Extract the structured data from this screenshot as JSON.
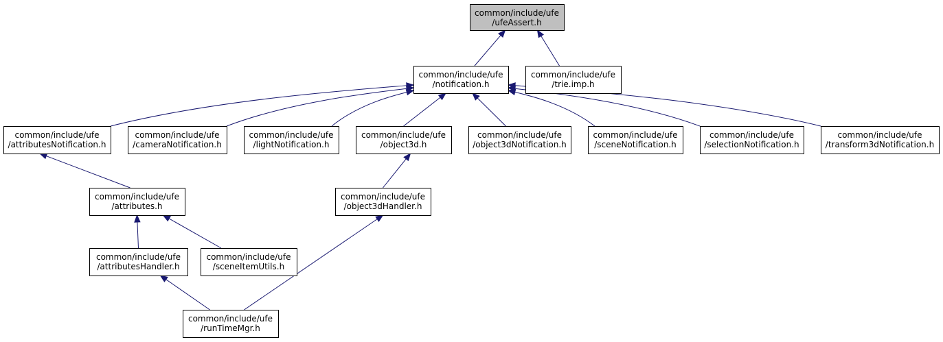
{
  "graph": {
    "nodes": [
      {
        "id": "ufeAssert",
        "line1": "common/include/ufe",
        "line2": "/ufeAssert.h",
        "root": true
      },
      {
        "id": "notification",
        "line1": "common/include/ufe",
        "line2": "/notification.h"
      },
      {
        "id": "trie",
        "line1": "common/include/ufe",
        "line2": "/trie.imp.h"
      },
      {
        "id": "attributesNotification",
        "line1": "common/include/ufe",
        "line2": "/attributesNotification.h"
      },
      {
        "id": "cameraNotification",
        "line1": "common/include/ufe",
        "line2": "/cameraNotification.h"
      },
      {
        "id": "lightNotification",
        "line1": "common/include/ufe",
        "line2": "/lightNotification.h"
      },
      {
        "id": "object3d",
        "line1": "common/include/ufe",
        "line2": "/object3d.h"
      },
      {
        "id": "object3dNotification",
        "line1": "common/include/ufe",
        "line2": "/object3dNotification.h"
      },
      {
        "id": "sceneNotification",
        "line1": "common/include/ufe",
        "line2": "/sceneNotification.h"
      },
      {
        "id": "selectionNotification",
        "line1": "common/include/ufe",
        "line2": "/selectionNotification.h"
      },
      {
        "id": "transform3dNotification",
        "line1": "common/include/ufe",
        "line2": "/transform3dNotification.h"
      },
      {
        "id": "attributes",
        "line1": "common/include/ufe",
        "line2": "/attributes.h"
      },
      {
        "id": "object3dHandler",
        "line1": "common/include/ufe",
        "line2": "/object3dHandler.h"
      },
      {
        "id": "attributesHandler",
        "line1": "common/include/ufe",
        "line2": "/attributesHandler.h"
      },
      {
        "id": "sceneItemUtils",
        "line1": "common/include/ufe",
        "line2": "/sceneItemUtils.h"
      },
      {
        "id": "runTimeMgr",
        "line1": "common/include/ufe",
        "line2": "/runTimeMgr.h"
      }
    ],
    "edges": [
      {
        "from": "notification",
        "to": "ufeAssert"
      },
      {
        "from": "trie",
        "to": "ufeAssert"
      },
      {
        "from": "attributesNotification",
        "to": "notification"
      },
      {
        "from": "cameraNotification",
        "to": "notification"
      },
      {
        "from": "lightNotification",
        "to": "notification"
      },
      {
        "from": "object3d",
        "to": "notification"
      },
      {
        "from": "object3dNotification",
        "to": "notification"
      },
      {
        "from": "sceneNotification",
        "to": "notification"
      },
      {
        "from": "selectionNotification",
        "to": "notification"
      },
      {
        "from": "transform3dNotification",
        "to": "notification"
      },
      {
        "from": "attributes",
        "to": "attributesNotification"
      },
      {
        "from": "object3dHandler",
        "to": "object3d"
      },
      {
        "from": "attributesHandler",
        "to": "attributes"
      },
      {
        "from": "sceneItemUtils",
        "to": "attributes"
      },
      {
        "from": "runTimeMgr",
        "to": "attributesHandler"
      },
      {
        "from": "runTimeMgr",
        "to": "object3dHandler"
      }
    ]
  },
  "colors": {
    "edge": "#191970",
    "root_fill": "#bfbfbf",
    "node_fill": "#ffffff",
    "border": "#000000"
  }
}
